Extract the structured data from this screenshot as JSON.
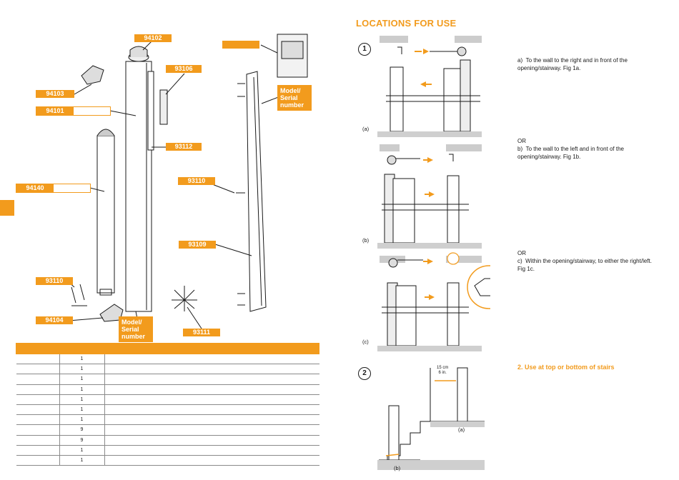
{
  "left_page": {
    "callouts": {
      "c94102": "94102",
      "c94103": "94103",
      "c94101": "94101",
      "c93106": "93106",
      "c93112": "93112",
      "c94140": "94140",
      "c93110a": "93110",
      "c93110b": "93110",
      "c93109": "93109",
      "c94104": "94104",
      "c93111": "93111",
      "model_serial_1": [
        "Model/",
        "Serial",
        "number"
      ],
      "model_serial_2": [
        "Model/",
        "Serial",
        "number"
      ]
    },
    "table": {
      "quantities": [
        "1",
        "1",
        "1",
        "1",
        "1",
        "1",
        "1",
        "9",
        "9",
        "1",
        "1"
      ]
    }
  },
  "right_page": {
    "title": "LOCATIONS FOR USE",
    "step1": "1",
    "step2": "2",
    "option_a": {
      "label": "a)",
      "text": "To the wall to the right and in front of the opening/stairway. Fig 1a."
    },
    "or_1": "OR",
    "option_b": {
      "label": "b)",
      "text": "To the wall to the left and in front of the opening/stairway. Fig 1b."
    },
    "or_2": "OR",
    "option_c": {
      "label": "c)",
      "text": "Within the opening/stairway, to either the right/left. Fig 1c."
    },
    "heading2": "2. Use at top or bottom of stairs",
    "fig_a": "(a)",
    "fig_b": "(b)",
    "fig_c": "(c)",
    "fig2_a": "(a)",
    "fig2_b": "(b)",
    "dim_cm": "15 cm",
    "dim_in": "6 in."
  },
  "colors": {
    "accent": "#f29b1d",
    "line": "#1a1a1a",
    "grey": "#cfcfcf"
  }
}
